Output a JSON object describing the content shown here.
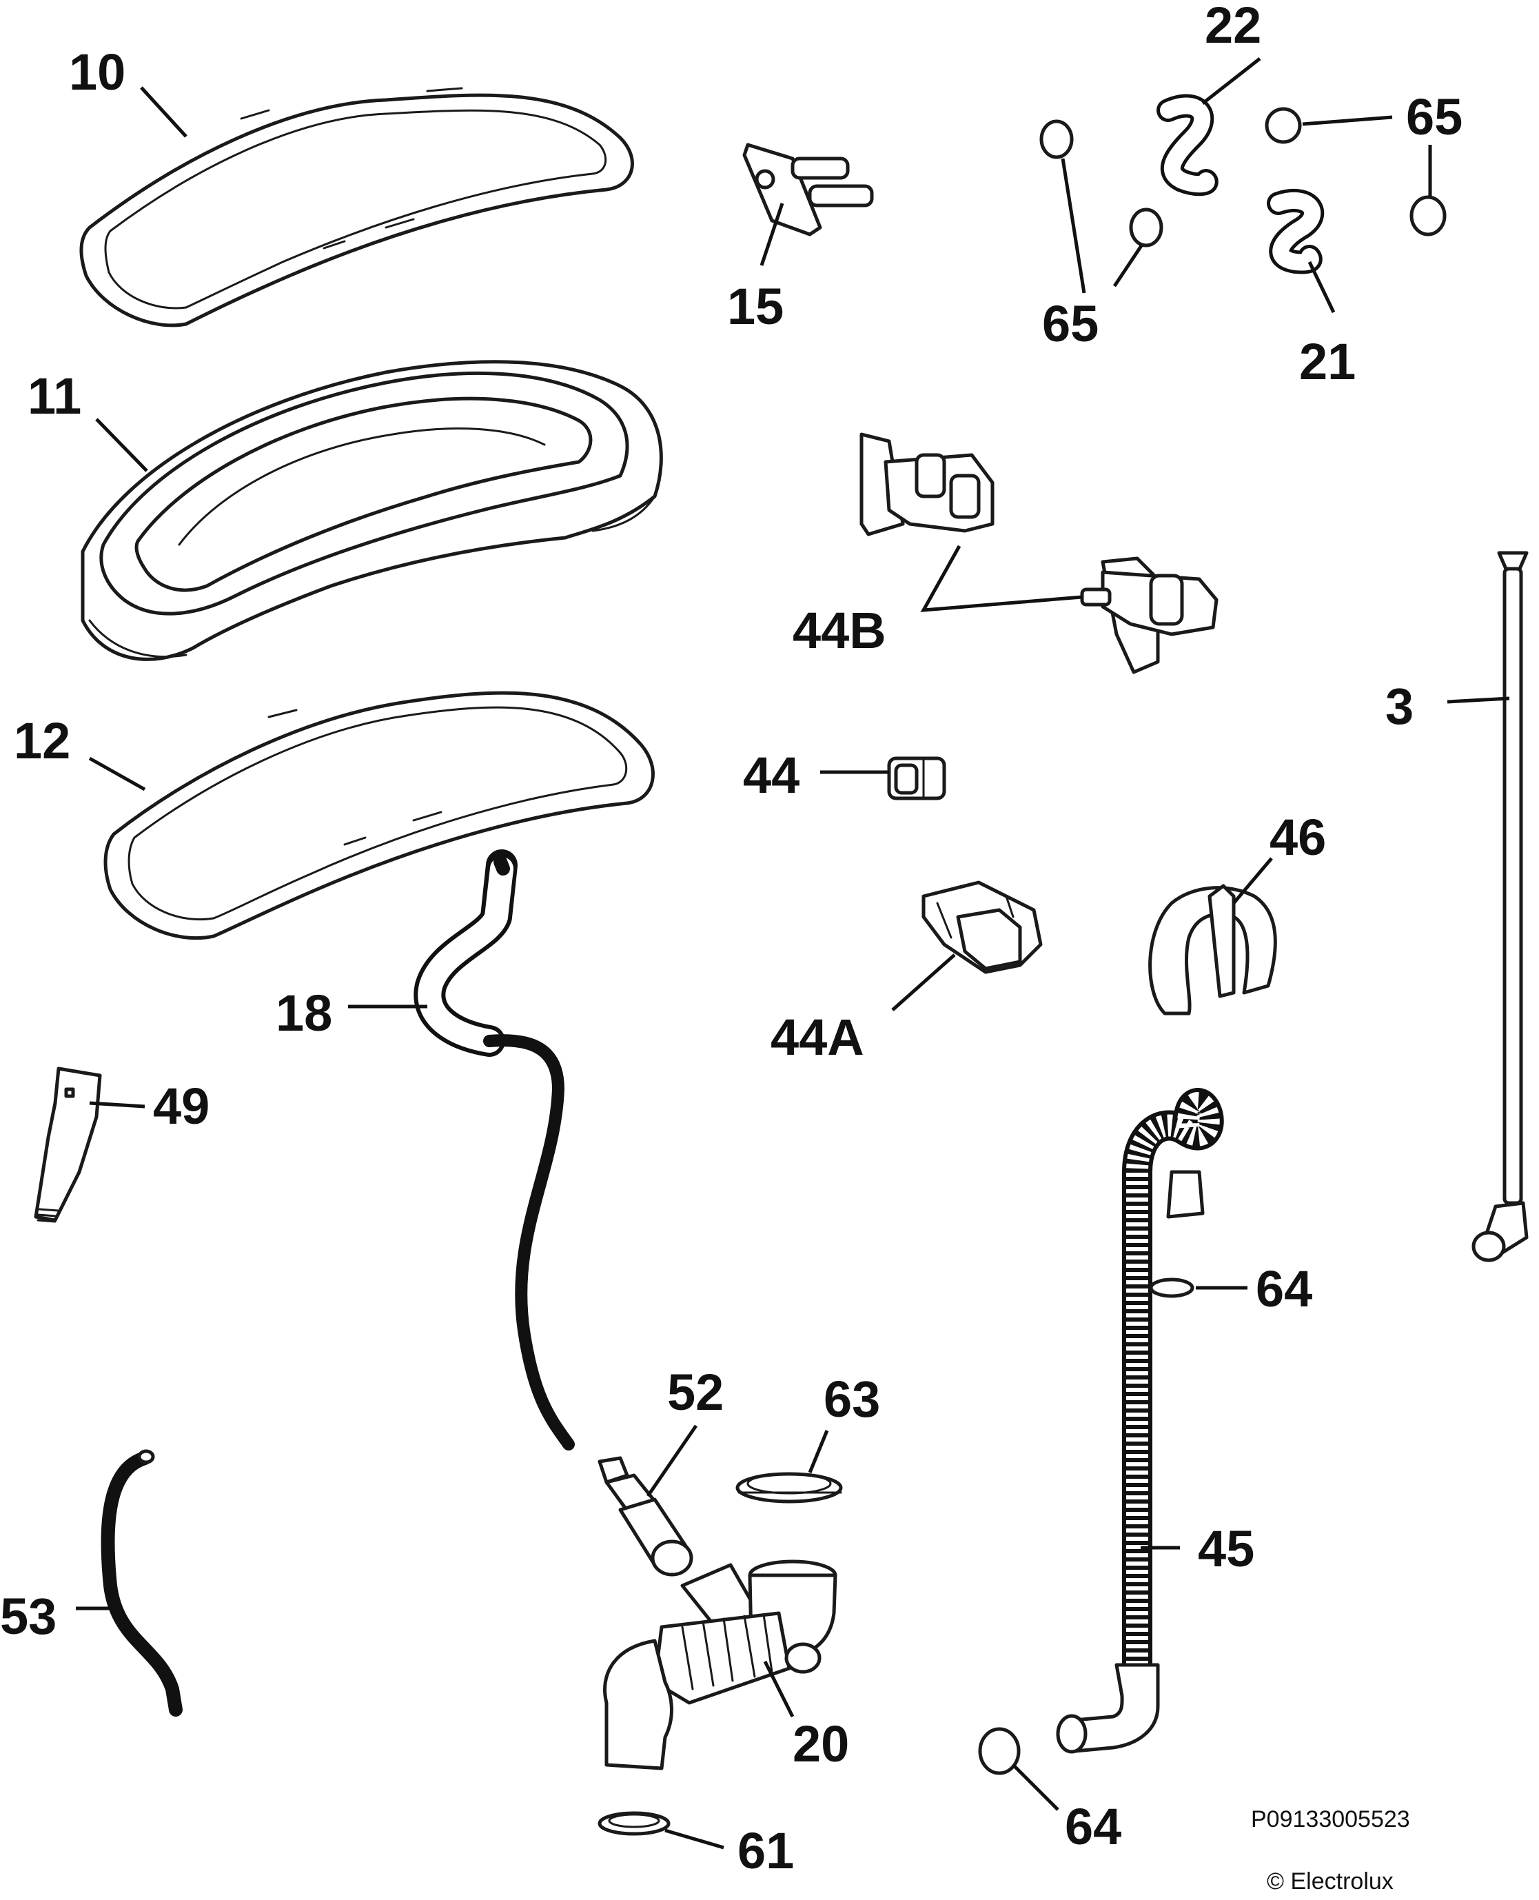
{
  "parts": {
    "10": "10",
    "11": "11",
    "12": "12",
    "15": "15",
    "22": "22",
    "65a": "65",
    "65b": "65",
    "21": "21",
    "44B": "44B",
    "3": "3",
    "44": "44",
    "46": "46",
    "44A": "44A",
    "18": "18",
    "49": "49",
    "64a": "64",
    "52": "52",
    "63": "63",
    "45": "45",
    "53": "53",
    "20": "20",
    "64b": "64",
    "61": "61"
  },
  "footer": {
    "reference": "P09133005523",
    "copyright": "© Electrolux"
  },
  "colors": {
    "line": "#111111",
    "background": "#ffffff"
  }
}
